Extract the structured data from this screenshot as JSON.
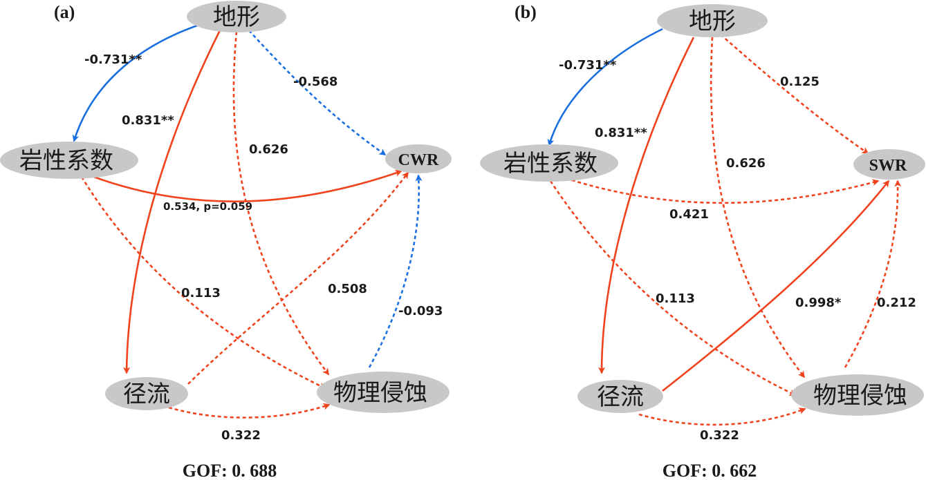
{
  "colors": {
    "positive": "#f0421c",
    "negative": "#1a6fe0",
    "node_fill": "#c8c8c8"
  },
  "panel_a": {
    "label": "(a)",
    "nodes": {
      "terrain": "地形",
      "lithology": "岩性系数",
      "target": "CWR",
      "runoff": "径流",
      "erosion": "物理侵蚀"
    },
    "edges": {
      "terrain_lithology": "-0.731**",
      "terrain_runoff": "0.831**",
      "terrain_erosion": "0.626",
      "terrain_target": "-0.568",
      "lithology_target": "0.534, p=0.059",
      "lithology_erosion": "0.113",
      "runoff_target": "0.508",
      "erosion_target": "-0.093",
      "runoff_erosion": "0.322"
    },
    "gof": "GOF: 0. 688"
  },
  "panel_b": {
    "label": "(b)",
    "nodes": {
      "terrain": "地形",
      "lithology": "岩性系数",
      "target": "SWR",
      "runoff": "径流",
      "erosion": "物理侵蚀"
    },
    "edges": {
      "terrain_lithology": "-0.731**",
      "terrain_runoff": "0.831**",
      "terrain_erosion": "0.626",
      "terrain_target": "0.125",
      "lithology_target": "0.421",
      "lithology_erosion": "0.113",
      "runoff_target": "0.998*",
      "erosion_target": "0.212",
      "runoff_erosion": "0.322"
    },
    "gof": "GOF: 0. 662"
  }
}
